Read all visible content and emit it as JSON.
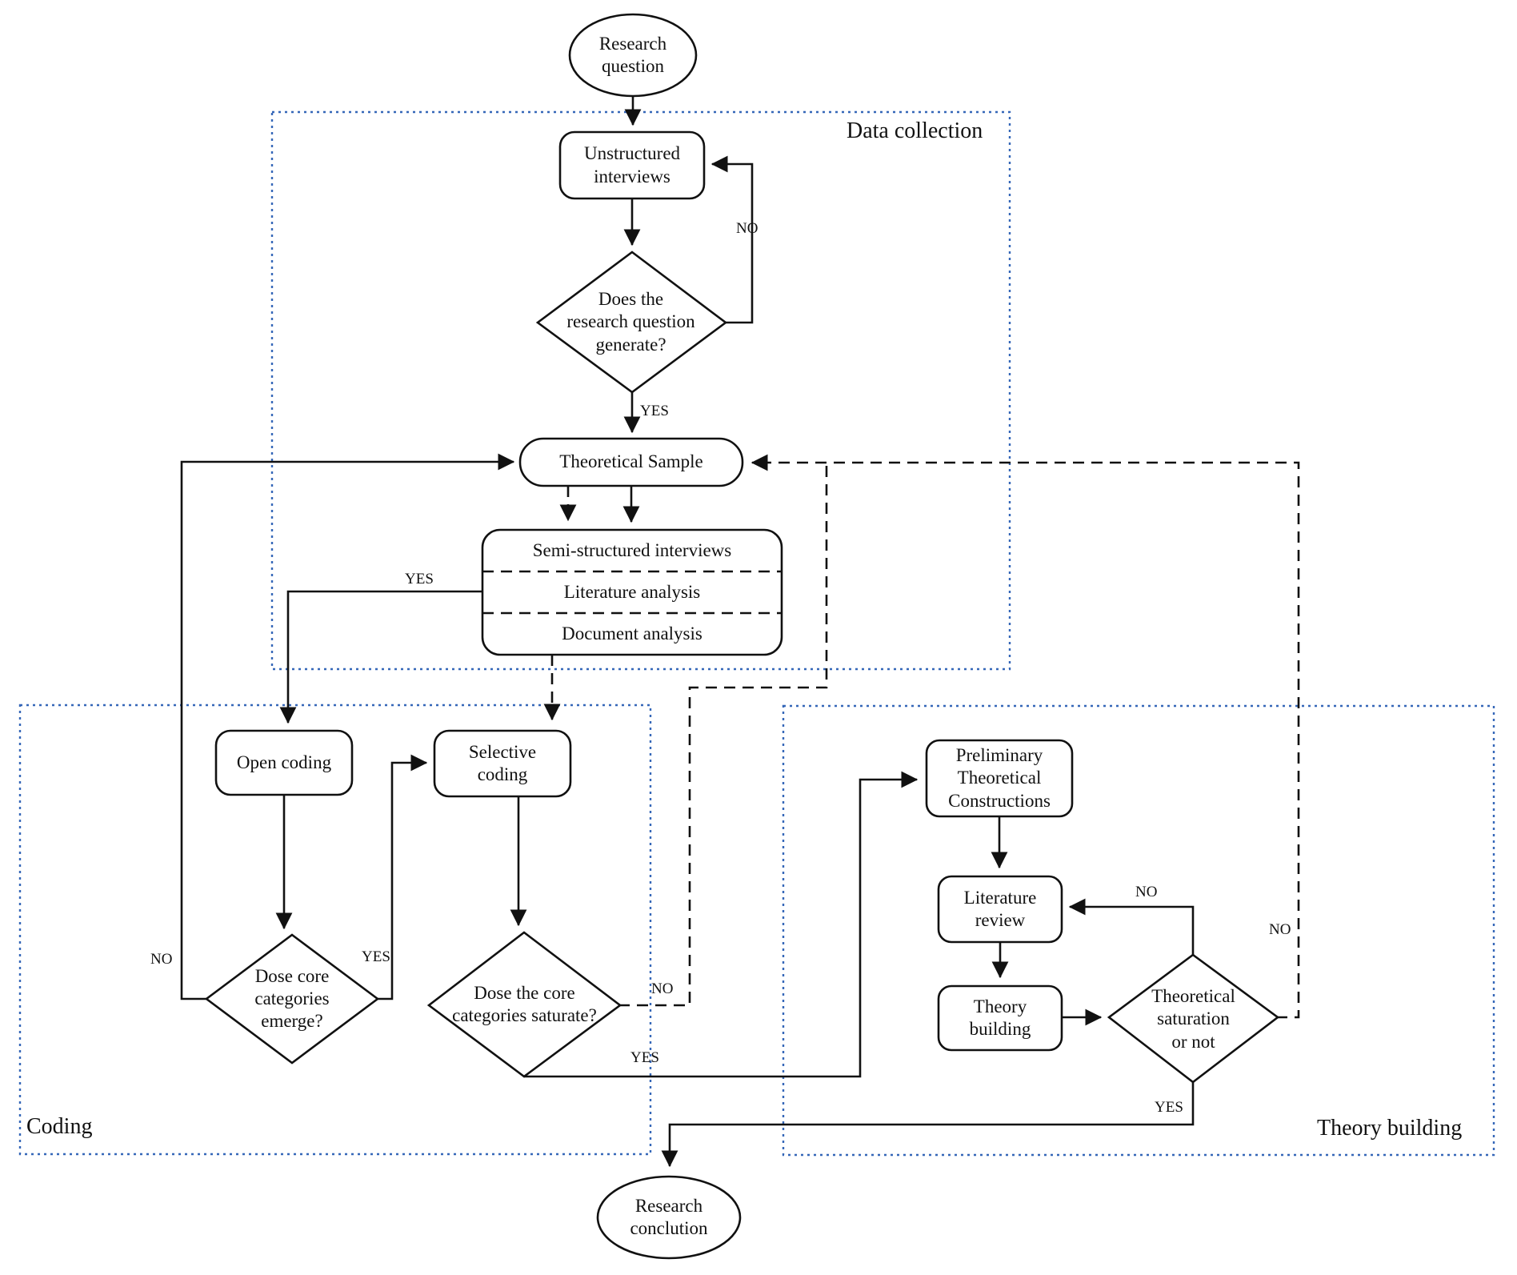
{
  "diagram": {
    "nodes": {
      "research_question": "Research\nquestion",
      "unstructured_interviews": "Unstructured\ninterviews",
      "generate_decision": "Does the\nresearch question\ngenerate?",
      "theoretical_sample": "Theoretical Sample",
      "data_sources": [
        "Semi-structured interviews",
        "Literature analysis",
        "Document analysis"
      ],
      "open_coding": "Open coding",
      "selective_coding": "Selective\ncoding",
      "emerge_decision": "Dose core\ncategories\nemerge?",
      "saturate_decision": "Dose the core\ncategories saturate?",
      "preliminary_constructions": "Preliminary\nTheoretical\nConstructions",
      "literature_review": "Literature\nreview",
      "theory_building": "Theory\nbuilding",
      "saturation_decision": "Theoretical\nsaturation\nor not",
      "research_conclusion": "Research\nconclution"
    },
    "regions": {
      "data_collection": "Data collection",
      "coding": "Coding",
      "theory_building": "Theory building"
    },
    "edge_labels": {
      "yes": "YES",
      "no": "NO"
    },
    "colors": {
      "region_border": "#3567b8",
      "line": "#111111",
      "background": "#ffffff"
    }
  }
}
